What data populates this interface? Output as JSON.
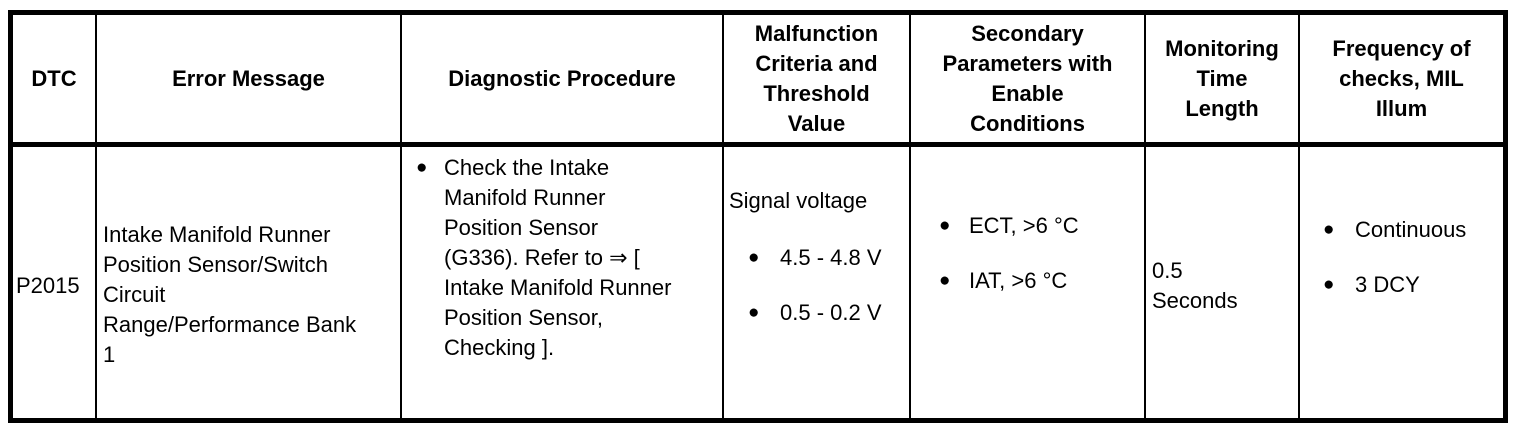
{
  "colors": {
    "border": "#000000",
    "text": "#000000",
    "background": "#ffffff"
  },
  "icons": {
    "bullet": "●"
  },
  "table": {
    "headers": [
      "DTC",
      "Error Message",
      "Diagnostic Procedure",
      "Malfunction\nCriteria and\nThreshold\nValue",
      "Secondary\nParameters with\nEnable\nConditions",
      "Monitoring\nTime\nLength",
      "Frequency of\nchecks, MIL\nIllum"
    ],
    "row": {
      "dtc": "P2015",
      "error_message": "Intake Manifold Runner\nPosition Sensor/Switch\nCircuit\nRange/Performance Bank\n1",
      "diagnostic_procedure_items": [
        "Check the Intake\nManifold Runner\nPosition Sensor\n(G336). Refer to ⇒ [\nIntake Manifold Runner\nPosition Sensor,\nChecking ]."
      ],
      "malfunction_criteria": {
        "label": "Signal voltage",
        "items": [
          "4.5 - 4.8 V",
          "0.5 - 0.2 V"
        ]
      },
      "secondary_parameters_items": [
        "ECT, >6 °C",
        "IAT, >6 °C"
      ],
      "monitoring_time_length": "0.5\nSeconds",
      "frequency_of_checks_items": [
        "Continuous",
        "3 DCY"
      ]
    }
  }
}
